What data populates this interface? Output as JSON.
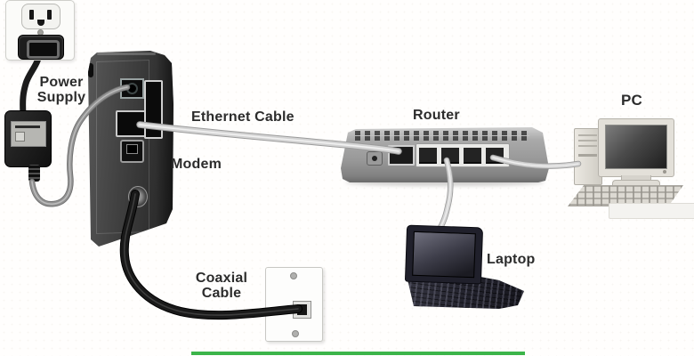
{
  "diagram": {
    "type": "network-setup-diagram",
    "labels": {
      "power_supply": {
        "line1": "Power",
        "line2": "Supply"
      },
      "ethernet_cable": "Ethernet Cable",
      "modem": "Modem",
      "router": "Router",
      "pc": "PC",
      "laptop": "Laptop",
      "coaxial_cable": {
        "line1": "Coaxial",
        "line2": "Cable"
      }
    },
    "devices": [
      "wall-power-outlet",
      "power-supply-adapter",
      "cable-modem",
      "router",
      "desktop-pc",
      "laptop",
      "coaxial-wall-plate"
    ],
    "connections": [
      {
        "from": "wall-power-outlet",
        "to": "power-supply-adapter",
        "cable": "power-cord"
      },
      {
        "from": "power-supply-adapter",
        "to": "modem-power-port",
        "cable": "power-cable"
      },
      {
        "from": "modem-ethernet-port",
        "to": "router-wan-port",
        "cable": "ethernet-cable"
      },
      {
        "from": "router-lan-port-2",
        "to": "laptop",
        "cable": "ethernet-cable"
      },
      {
        "from": "router-lan-port-4",
        "to": "desktop-pc",
        "cable": "ethernet-cable"
      },
      {
        "from": "modem-coax-port",
        "to": "coaxial-wall-plate",
        "cable": "coaxial-cable"
      }
    ],
    "colors": {
      "background": "#ffffff",
      "label_text": "#2c2c2c",
      "modem_body": "#3a3a3a",
      "router_body": "#9a9a9a",
      "ethernet_cable": "#d3d3d3",
      "power_cable": "#929292",
      "coaxial_cable": "#161616",
      "pc_beige": "#ddd9d2",
      "laptop_body": "#23232e",
      "bottom_line_green": "#3cb54a"
    }
  }
}
